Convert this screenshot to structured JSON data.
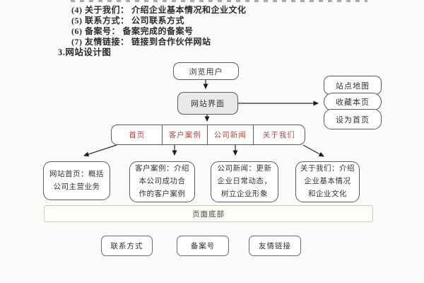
{
  "notes": {
    "lines": [
      "(4) 关于我们： 介绍企业基本情况和企业文化",
      "(5) 联系方式： 公司联系方式",
      "(6) 备案号： 备案完成的备案号",
      "(7) 友情链接： 链接到合作伙伴网站"
    ],
    "section_title": "3.网站设计图"
  },
  "flowchart": {
    "browse_user": "浏览用户",
    "site_interface": "网站界面",
    "side_links": [
      "站点地图",
      "收藏本页",
      "设为首页"
    ],
    "nav_items": [
      "首页",
      "客户案例",
      "公司新闻",
      "关于我们"
    ],
    "descriptions": [
      {
        "lines": [
          "网站首页：概括",
          "公司主营业务",
          ""
        ]
      },
      {
        "lines": [
          "客户案例：介绍",
          "本公司成功合",
          "作的客户案例"
        ]
      },
      {
        "lines": [
          "公司新闻：更新",
          "企业日常动态，",
          "树立企业形象"
        ]
      },
      {
        "lines": [
          "关于我们：介绍",
          "企业基本情况",
          "和企业文化"
        ]
      }
    ],
    "footer_bar": "页面底部",
    "footer_boxes": [
      "联系方式",
      "备案号",
      "友情链接"
    ]
  },
  "colors": {
    "nav_text": "#a94a47",
    "box_border": "#5a5a5a",
    "interface_fill": "#e9e9e8",
    "footer_bar_border": "#c6cdba",
    "page_background": "#fbfbfa"
  }
}
